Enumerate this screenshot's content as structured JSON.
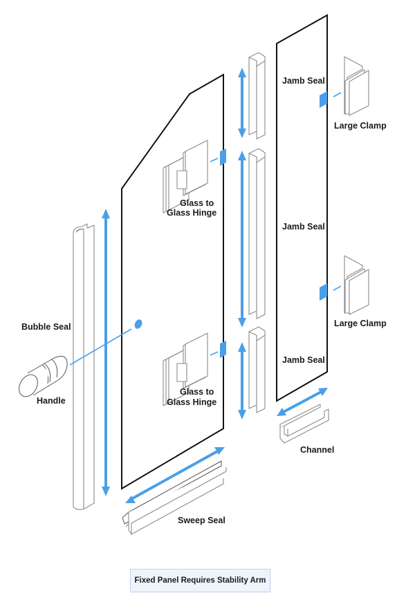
{
  "diagram": {
    "title": "Frameless shower door hardware exploded view",
    "accent_color": "#4a9fe8",
    "labels": {
      "jamb_seal_top": "Jamb Seal",
      "jamb_seal_middle": "Jamb Seal",
      "jamb_seal_bottom": "Jamb Seal",
      "large_clamp_top": "Large Clamp",
      "large_clamp_bottom": "Large Clamp",
      "hinge_top_line1": "Glass to",
      "hinge_top_line2": "Glass Hinge",
      "hinge_bottom_line1": "Glass to",
      "hinge_bottom_line2": "Glass Hinge",
      "bubble_seal": "Bubble Seal",
      "handle": "Handle",
      "sweep_seal": "Sweep Seal",
      "channel": "Channel"
    },
    "note": "Fixed Panel Requires Stability Arm"
  }
}
